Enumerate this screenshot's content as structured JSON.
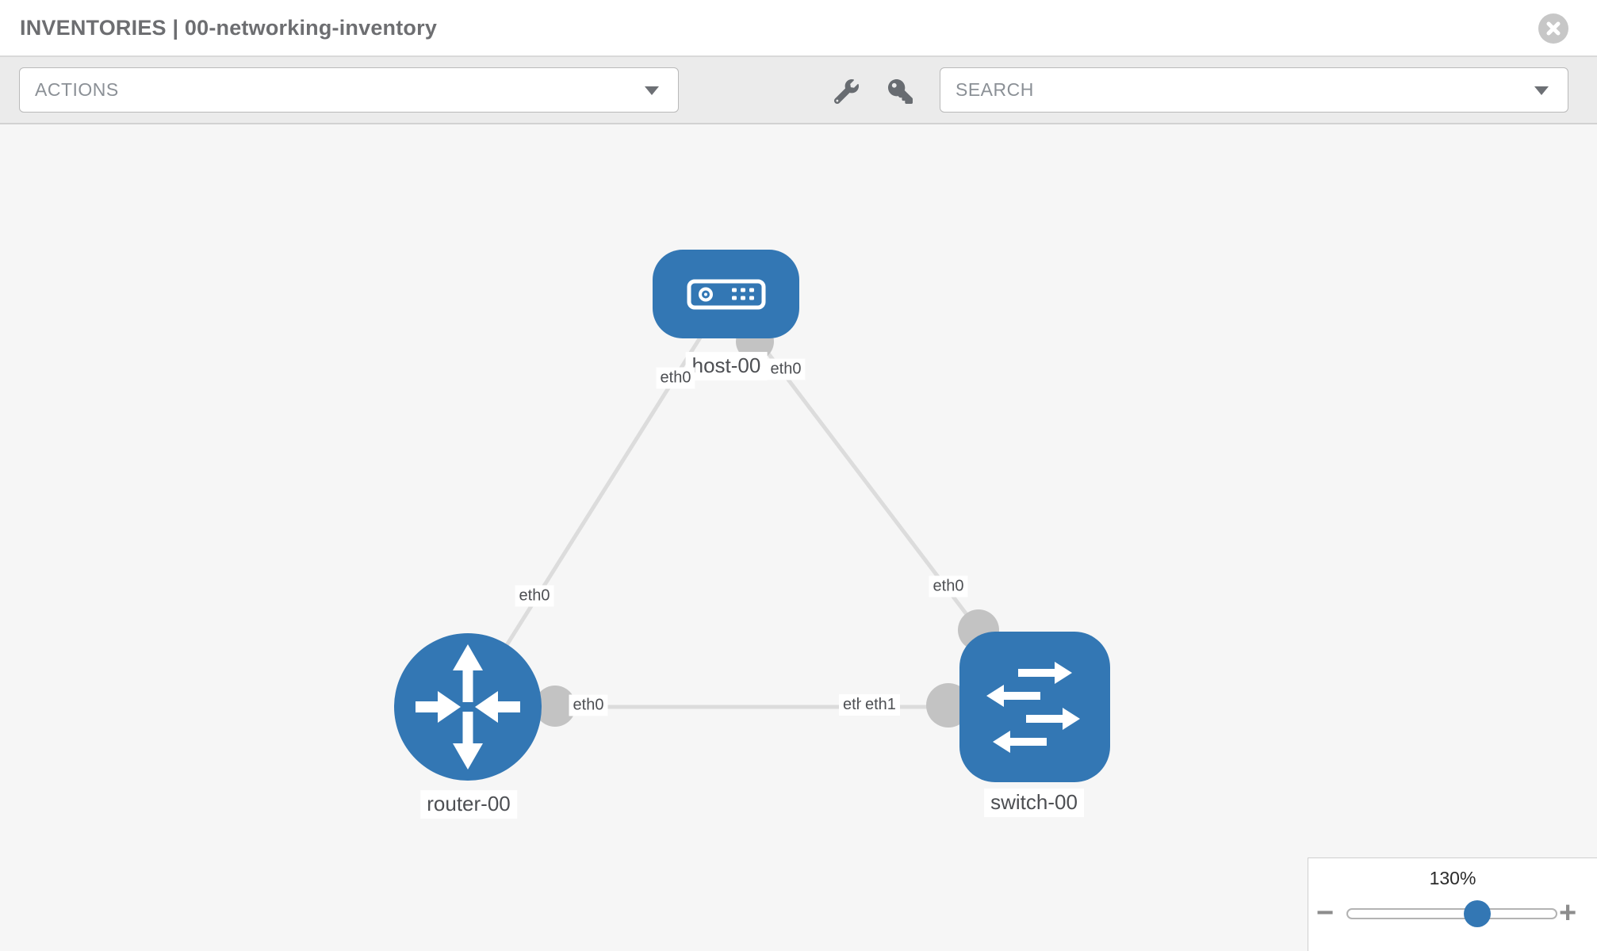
{
  "header": {
    "title": "INVENTORIES | 00-networking-inventory"
  },
  "toolbar": {
    "actions_label": "ACTIONS",
    "search_label": "SEARCH"
  },
  "topology": {
    "nodes": [
      {
        "id": "host-00",
        "type": "host",
        "label": "host-00"
      },
      {
        "id": "router-00",
        "type": "router",
        "label": "router-00"
      },
      {
        "id": "switch-00",
        "type": "switch",
        "label": "switch-00"
      }
    ],
    "links": [
      {
        "from": "host-00",
        "to": "router-00",
        "from_interface": "eth0",
        "to_interface": "eth0"
      },
      {
        "from": "host-00",
        "to": "switch-00",
        "from_interface": "eth0",
        "to_interface": "eth0"
      },
      {
        "from": "router-00",
        "to": "switch-00",
        "from_interface": "eth0",
        "to_interface": "eth1",
        "to_interface_overlapped": "eth0"
      }
    ]
  },
  "zoom_control": {
    "level": "130%",
    "minus_label": "−",
    "plus_label": "+"
  },
  "colors": {
    "node_blue": "#3377b4",
    "link_gray": "#dcdcdc",
    "endpoint_gray": "#c3c3c3",
    "toolbar_bg": "#ebebeb",
    "canvas_bg": "#f6f6f6"
  }
}
